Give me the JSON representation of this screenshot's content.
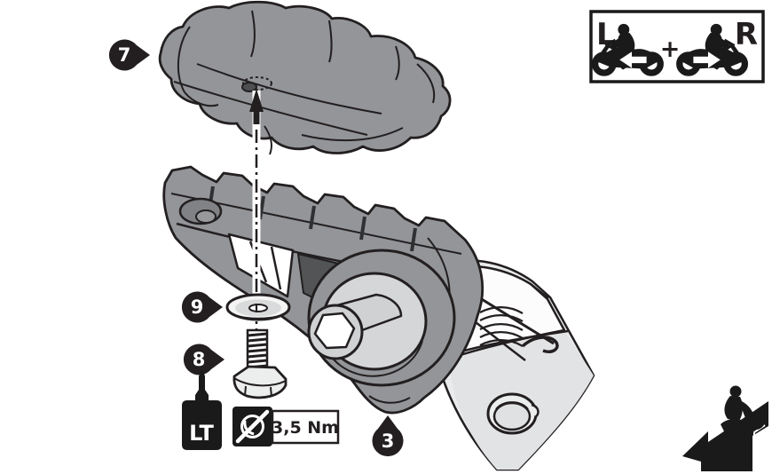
{
  "diagram": {
    "type": "exploded-assembly-instruction",
    "subject": "motorcycle footpeg with rubber pad, washer and bolt",
    "colors": {
      "background": "#ffffff",
      "outline": "#231f20",
      "part_gray": "#939598",
      "dark_shadow": "#525456",
      "recess_gray": "#d5d6d8",
      "bracket_gray": "#eaebec",
      "bracket_face_dark": "#e2e3e5",
      "black_icon": "#1a1a1a"
    },
    "callouts": [
      {
        "label": "7",
        "target": "rubber-pad"
      },
      {
        "label": "9",
        "target": "washer"
      },
      {
        "label": "8",
        "target": "bolt"
      },
      {
        "label": "3",
        "target": "footpeg"
      }
    ],
    "adhesive_label": "LT",
    "torque_label": "3,5 Nm",
    "legend": {
      "left": "L",
      "right": "R",
      "separator": "+"
    }
  }
}
